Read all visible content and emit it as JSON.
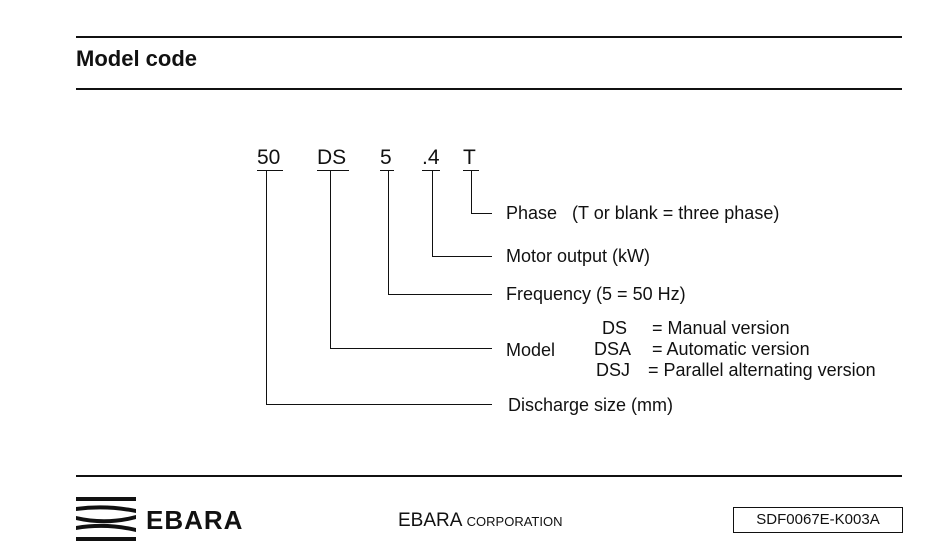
{
  "header": {
    "title": "Model code"
  },
  "code": {
    "p1": "50",
    "p2": "DS",
    "p3": "5",
    "p4": ".4",
    "p5": "T"
  },
  "labels": {
    "phase": "Phase   (T or blank = three phase)",
    "motor": "Motor output (kW)",
    "frequency": "Frequency (5 = 50 Hz)",
    "model": "Model",
    "variants": [
      {
        "code": "DS",
        "desc": "= Manual version"
      },
      {
        "code": "DSA",
        "desc": "= Automatic version"
      },
      {
        "code": "DSJ",
        "desc": "= Parallel alternating version"
      }
    ],
    "discharge": "Discharge size (mm)"
  },
  "footer": {
    "logo": "EBARA",
    "corp_name": "EBARA",
    "corp_suffix": "CORPORATION",
    "doc_number": "SDF0067E-K003A"
  }
}
